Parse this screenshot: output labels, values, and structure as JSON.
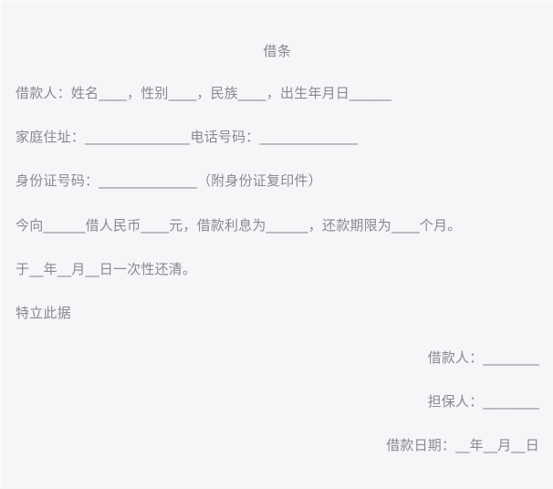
{
  "document": {
    "title": "借条",
    "background_color": "#f5f6f8",
    "text_color": "#888a91",
    "lines": [
      {
        "id": "borrower-identity",
        "align": "left",
        "text": "借款人：姓名____，性别____，民族____，出生年月日______"
      },
      {
        "id": "home-address-phone",
        "align": "left",
        "text": "家庭住址：_______________电话号码：______________"
      },
      {
        "id": "id-card-number",
        "align": "left",
        "text": "身份证号码：______________（附身份证复印件）"
      },
      {
        "id": "loan-terms",
        "align": "left",
        "text": "今向______借人民币____元，借款利息为______，还款期限为____个月。"
      },
      {
        "id": "repayment-date",
        "align": "left",
        "text": "于__年__月__日一次性还清。"
      },
      {
        "id": "attestation",
        "align": "left",
        "text": "特立此据"
      },
      {
        "id": "borrower-signature",
        "align": "right",
        "text": "借款人：________"
      },
      {
        "id": "guarantor-signature",
        "align": "right",
        "text": "担保人：________"
      },
      {
        "id": "loan-date",
        "align": "right",
        "text": "借款日期：__年__月__日"
      }
    ]
  }
}
